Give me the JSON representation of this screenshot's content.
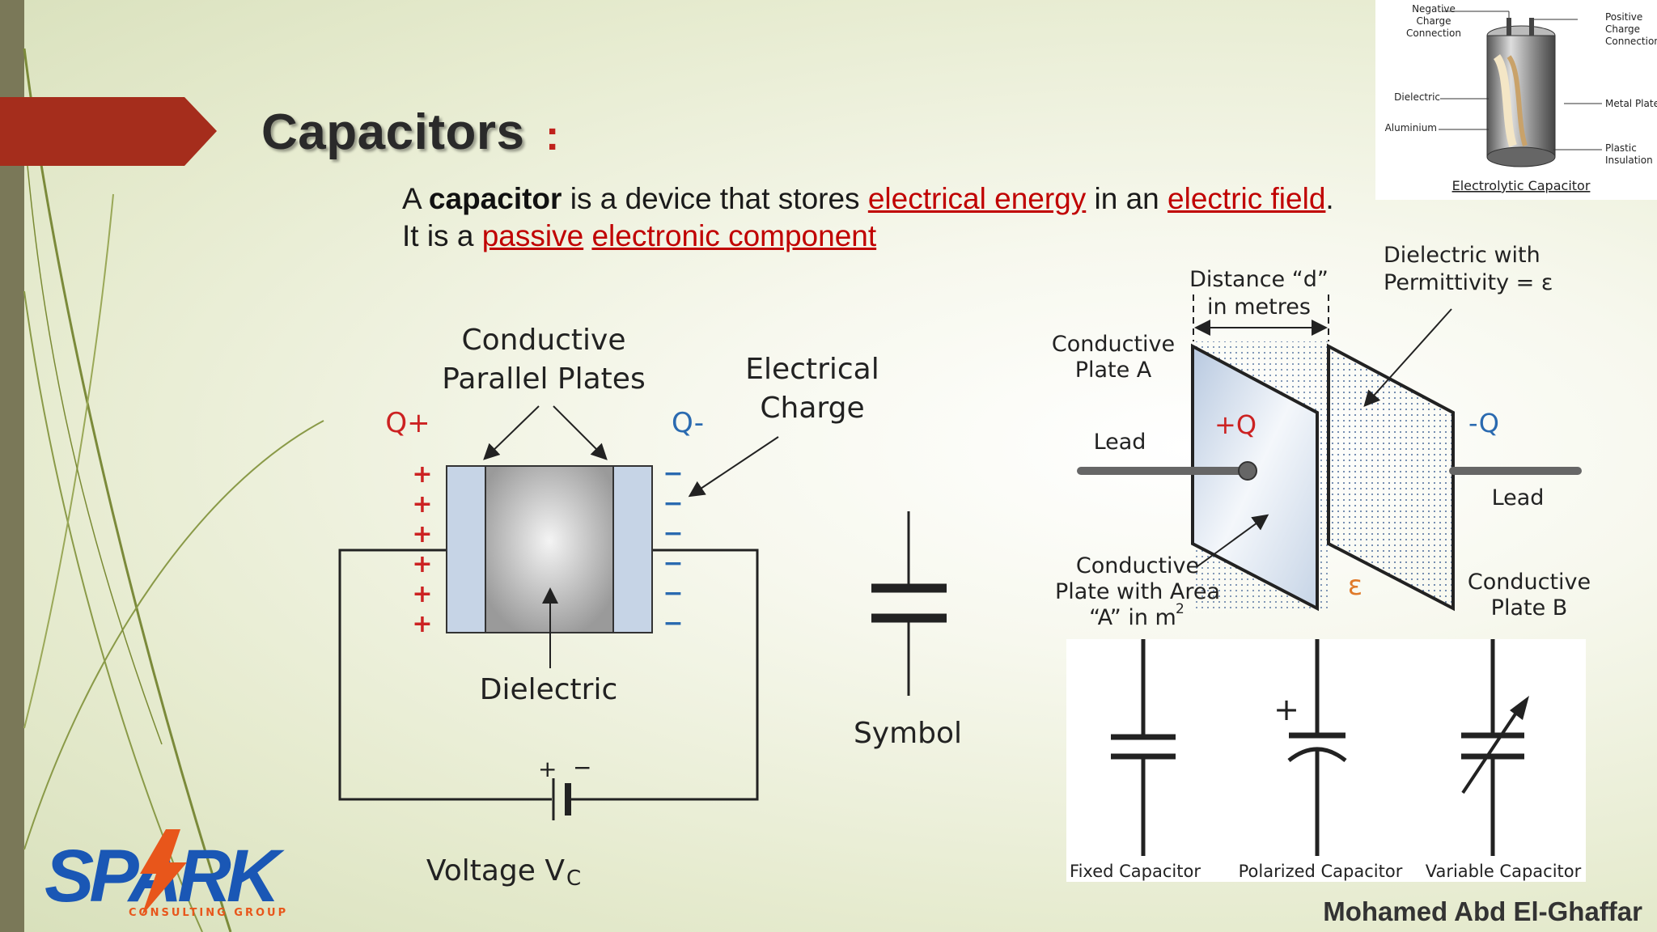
{
  "slide": {
    "title": "Capacitors",
    "title_colon": ":",
    "author": "Mohamed Abd El-Ghaffar"
  },
  "definition": {
    "line1_a": "A ",
    "line1_bold": "capacitor",
    "line1_b": " is a device that stores ",
    "line1_link1": "electrical energy",
    "line1_c": " in an ",
    "line1_link2": "electric field",
    "line1_d": ".",
    "line2_a": "It is a ",
    "line2_link1": "passive",
    "line2_b": " ",
    "line2_link2": "electronic component"
  },
  "inset": {
    "negative": [
      "Negative",
      "Charge",
      "Connection"
    ],
    "positive": [
      "Positive",
      "Charge",
      "Connection"
    ],
    "dielectric": "Dielectric",
    "metal_plate": "Metal Plate",
    "aluminium": "Aluminium",
    "plastic": [
      "Plastic",
      "Insulation"
    ],
    "caption": "Electrolytic Capacitor"
  },
  "left_diagram": {
    "plates_label": [
      "Conductive",
      "Parallel Plates"
    ],
    "charge_label": [
      "Electrical",
      "Charge"
    ],
    "q_plus": "Q+",
    "q_minus": "Q-",
    "plus_sign": "+",
    "minus_sign": "−",
    "dielectric": "Dielectric",
    "voltage": "Voltage V",
    "voltage_sub": "C",
    "battery_plus": "+",
    "battery_minus": "−",
    "symbol": "Symbol"
  },
  "right_diagram": {
    "distance": [
      "Distance “d”",
      "in metres"
    ],
    "dielectric_perm": [
      "Dielectric with",
      "Permittivity = ε"
    ],
    "plate_a": [
      "Conductive",
      "Plate A"
    ],
    "lead_left": "Lead",
    "lead_right": "Lead",
    "plus_q": "+Q",
    "minus_q": "-Q",
    "area": [
      "Conductive",
      "Plate with Area",
      "“A” in m"
    ],
    "area_sup": "2",
    "epsilon": "ε",
    "plate_b": [
      "Conductive",
      "Plate B"
    ]
  },
  "symbols": {
    "fixed": "Fixed Capacitor",
    "polarized": "Polarized Capacitor",
    "variable": "Variable Capacitor",
    "polarized_plus": "+"
  },
  "logo": {
    "name": "SPARK",
    "tagline": "CONSULTING GROUP"
  },
  "colors": {
    "accent_red": "#c0221c",
    "link_red": "#c00000",
    "charge_red": "#cc2222",
    "charge_blue": "#2a6ab0",
    "logo_blue": "#1a57b5",
    "logo_orange": "#e8561b"
  }
}
